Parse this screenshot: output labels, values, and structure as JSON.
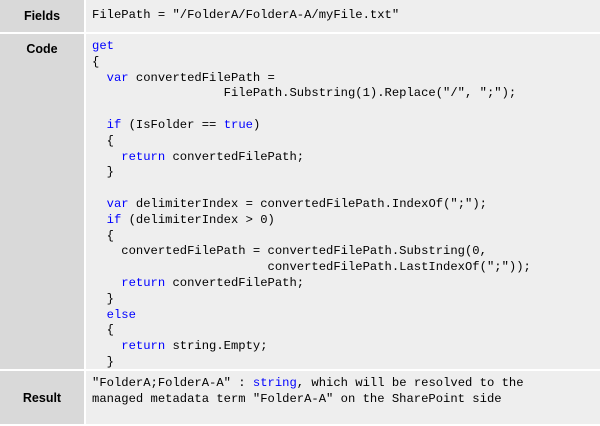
{
  "labels": {
    "fields": "Fields",
    "code": "Code",
    "result": "Result"
  },
  "fields_text": "FilePath = \"/FolderA/FolderA-A/myFile.txt\"",
  "code_lines": [
    [
      {
        "k": true,
        "t": "get"
      }
    ],
    [
      {
        "k": false,
        "t": "{"
      }
    ],
    [
      {
        "k": false,
        "t": "  "
      },
      {
        "k": true,
        "t": "var"
      },
      {
        "k": false,
        "t": " convertedFilePath ="
      }
    ],
    [
      {
        "k": false,
        "t": "                  FilePath.Substring(1).Replace(\"/\", \";\");"
      }
    ],
    [
      {
        "k": false,
        "t": ""
      }
    ],
    [
      {
        "k": false,
        "t": "  "
      },
      {
        "k": true,
        "t": "if"
      },
      {
        "k": false,
        "t": " (IsFolder == "
      },
      {
        "k": true,
        "t": "true"
      },
      {
        "k": false,
        "t": ")"
      }
    ],
    [
      {
        "k": false,
        "t": "  {"
      }
    ],
    [
      {
        "k": false,
        "t": "    "
      },
      {
        "k": true,
        "t": "return"
      },
      {
        "k": false,
        "t": " convertedFilePath;"
      }
    ],
    [
      {
        "k": false,
        "t": "  }"
      }
    ],
    [
      {
        "k": false,
        "t": ""
      }
    ],
    [
      {
        "k": false,
        "t": "  "
      },
      {
        "k": true,
        "t": "var"
      },
      {
        "k": false,
        "t": " delimiterIndex = convertedFilePath.IndexOf(\";\");"
      }
    ],
    [
      {
        "k": false,
        "t": "  "
      },
      {
        "k": true,
        "t": "if"
      },
      {
        "k": false,
        "t": " (delimiterIndex > 0)"
      }
    ],
    [
      {
        "k": false,
        "t": "  {"
      }
    ],
    [
      {
        "k": false,
        "t": "    convertedFilePath = convertedFilePath.Substring(0,"
      }
    ],
    [
      {
        "k": false,
        "t": "                        convertedFilePath.LastIndexOf(\";\"));"
      }
    ],
    [
      {
        "k": false,
        "t": "    "
      },
      {
        "k": true,
        "t": "return"
      },
      {
        "k": false,
        "t": " convertedFilePath;"
      }
    ],
    [
      {
        "k": false,
        "t": "  }"
      }
    ],
    [
      {
        "k": false,
        "t": "  "
      },
      {
        "k": true,
        "t": "else"
      }
    ],
    [
      {
        "k": false,
        "t": "  {"
      }
    ],
    [
      {
        "k": false,
        "t": "    "
      },
      {
        "k": true,
        "t": "return"
      },
      {
        "k": false,
        "t": " string.Empty;"
      }
    ],
    [
      {
        "k": false,
        "t": "  }"
      }
    ],
    [
      {
        "k": false,
        "t": "}"
      }
    ]
  ],
  "result": {
    "line1_a": "\"FolderA;FolderA-A\" : ",
    "line1_type": "string",
    "line1_b": ", which will be resolved to the",
    "line2": "managed metadata term \"FolderA-A\" on the SharePoint side"
  },
  "colors": {
    "label_bg": "#d9d9d9",
    "content_bg": "#eeeeee",
    "keyword": "#0000ff"
  }
}
